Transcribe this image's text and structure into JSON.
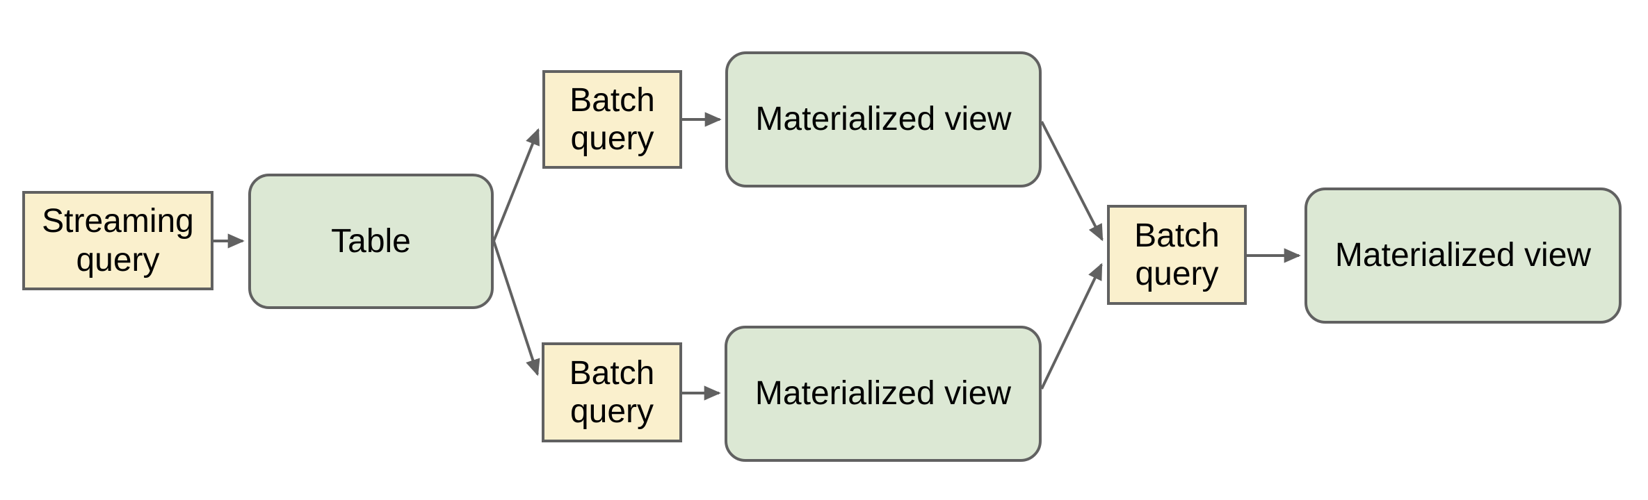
{
  "diagram": {
    "colors": {
      "canvas_bg": "#FFFFFF",
      "query_fill": "#FAF0CD",
      "green_fill": "#DCE8D4",
      "box_border": "#616161",
      "arrow_color": "#616161",
      "text_color": "#000000"
    },
    "nodes": {
      "streaming_query": {
        "label": "Streaming query",
        "kind": "query"
      },
      "table": {
        "label": "Table",
        "kind": "table"
      },
      "batch_query_top": {
        "label": "Batch query",
        "kind": "query"
      },
      "materialized_view_top": {
        "label": "Materialized view",
        "kind": "materialized-view"
      },
      "batch_query_bottom": {
        "label": "Batch query",
        "kind": "query"
      },
      "materialized_view_bottom": {
        "label": "Materialized view",
        "kind": "materialized-view"
      },
      "batch_query_right": {
        "label": "Batch query",
        "kind": "query"
      },
      "materialized_view_right": {
        "label": "Materialized view",
        "kind": "materialized-view"
      }
    },
    "edges": [
      {
        "from": "streaming_query",
        "to": "table"
      },
      {
        "from": "table",
        "to": "batch_query_top"
      },
      {
        "from": "table",
        "to": "batch_query_bottom"
      },
      {
        "from": "batch_query_top",
        "to": "materialized_view_top"
      },
      {
        "from": "batch_query_bottom",
        "to": "materialized_view_bottom"
      },
      {
        "from": "materialized_view_top",
        "to": "batch_query_right"
      },
      {
        "from": "materialized_view_bottom",
        "to": "batch_query_right"
      },
      {
        "from": "batch_query_right",
        "to": "materialized_view_right"
      }
    ]
  }
}
